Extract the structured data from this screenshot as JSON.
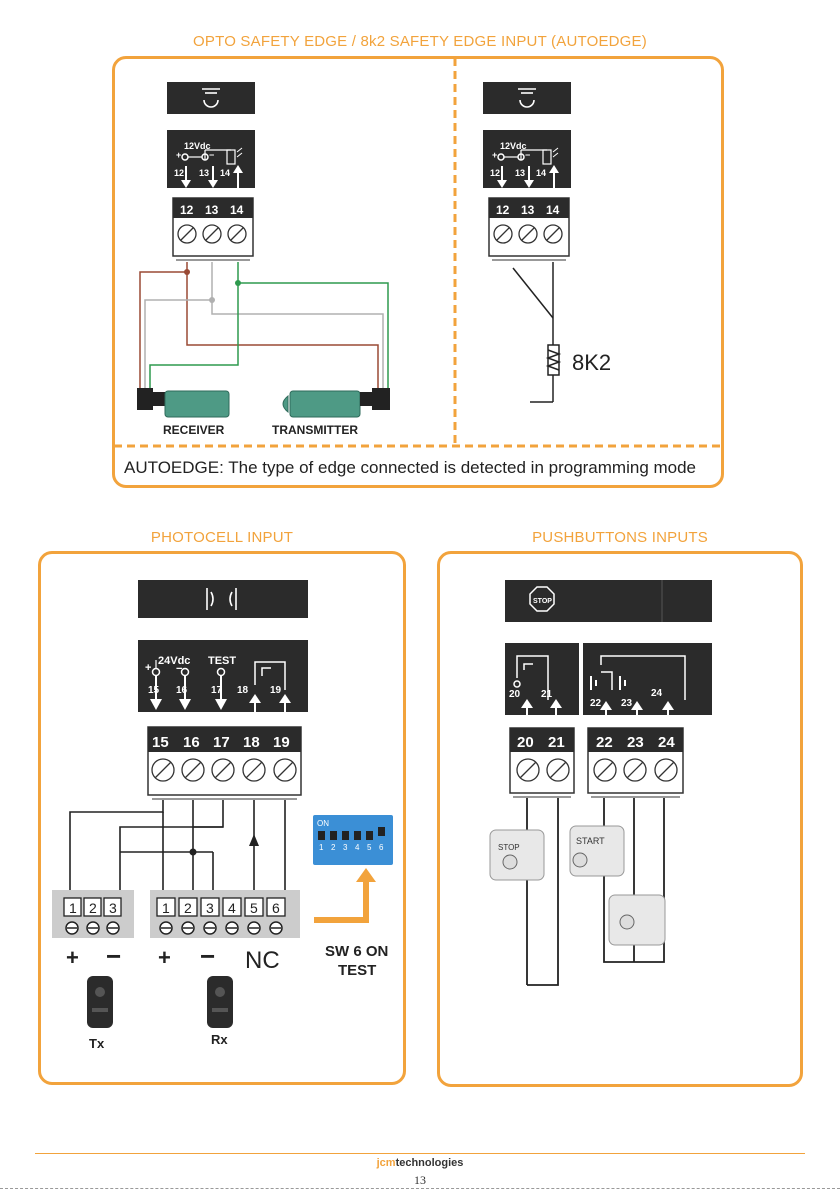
{
  "sections": {
    "opto": {
      "title": "OPTO SAFETY EDGE / 8k2 SAFETY EDGE INPUT (AUTOEDGE)",
      "voltage": "12Vdc",
      "terminals": [
        "12",
        "13",
        "14"
      ],
      "receiver_label": "RECEIVER",
      "transmitter_label": "TRANSMITTER",
      "resistor_label": "8K2",
      "caption": "AUTOEDGE: The type of edge connected is detected in programming mode"
    },
    "photocell": {
      "title": "PHOTOCELL INPUT",
      "voltage": "24Vdc",
      "test_label": "TEST",
      "terminals": [
        "15",
        "16",
        "17",
        "18",
        "19"
      ],
      "tx_terminals": [
        "1",
        "2",
        "3"
      ],
      "rx_terminals": [
        "1",
        "2",
        "3",
        "4",
        "5",
        "6"
      ],
      "plus": "+",
      "minus": "−",
      "nc_label": "NC",
      "sw_label_1": "SW 6 ON",
      "sw_label_2": "TEST",
      "dip_on": "ON",
      "dip_numbers": [
        "1",
        "2",
        "3",
        "4",
        "5",
        "6"
      ],
      "tx_label": "Tx",
      "rx_label": "Rx"
    },
    "pushbuttons": {
      "title": "PUSHBUTTONS INPUTS",
      "stop_icon_text": "STOP",
      "terminals_a": [
        "20",
        "21"
      ],
      "terminals_b": [
        "22",
        "23",
        "24"
      ],
      "stop_button_label": "STOP",
      "start_button_label": "START"
    }
  },
  "footer": {
    "brand_prefix": "jcm",
    "brand_suffix": "technologies",
    "page_number": "13"
  },
  "colors": {
    "accent": "#f2a33c",
    "wire_brown": "#9a4a35",
    "wire_grey": "#b0b0b0",
    "wire_green": "#2e9a4e",
    "device_teal": "#4e9a85",
    "dip_blue": "#3b8fd6"
  }
}
